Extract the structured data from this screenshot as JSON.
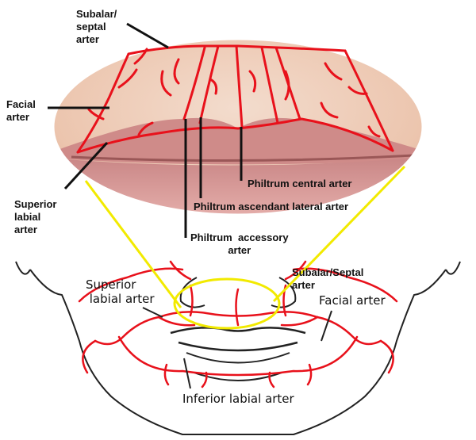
{
  "colors": {
    "artery": "#e8111b",
    "zoom_lines": "#f2ea00",
    "skin_light": "#f4d6c4",
    "skin_mid": "#e6b89f",
    "lip": "#d98f8f",
    "outline": "#222222"
  },
  "top_labels": {
    "subalar_septal": "Subalar/\nseptal\narter",
    "facial": "Facial\narter",
    "superior_labial": "Superior\nlabial\narter",
    "philtrum_central": "Philtrum central arter",
    "philtrum_ascendant_lateral": "Philtrum ascendant lateral arter",
    "philtrum_accessory": "Philtrum  accessory\narter"
  },
  "bottom_labels": {
    "superior_labial": "Superior\n labial arter",
    "subalar_septal": "Subalar/Septal\narter",
    "facial": "Facial arter",
    "inferior_labial": "Inferior labial arter"
  }
}
